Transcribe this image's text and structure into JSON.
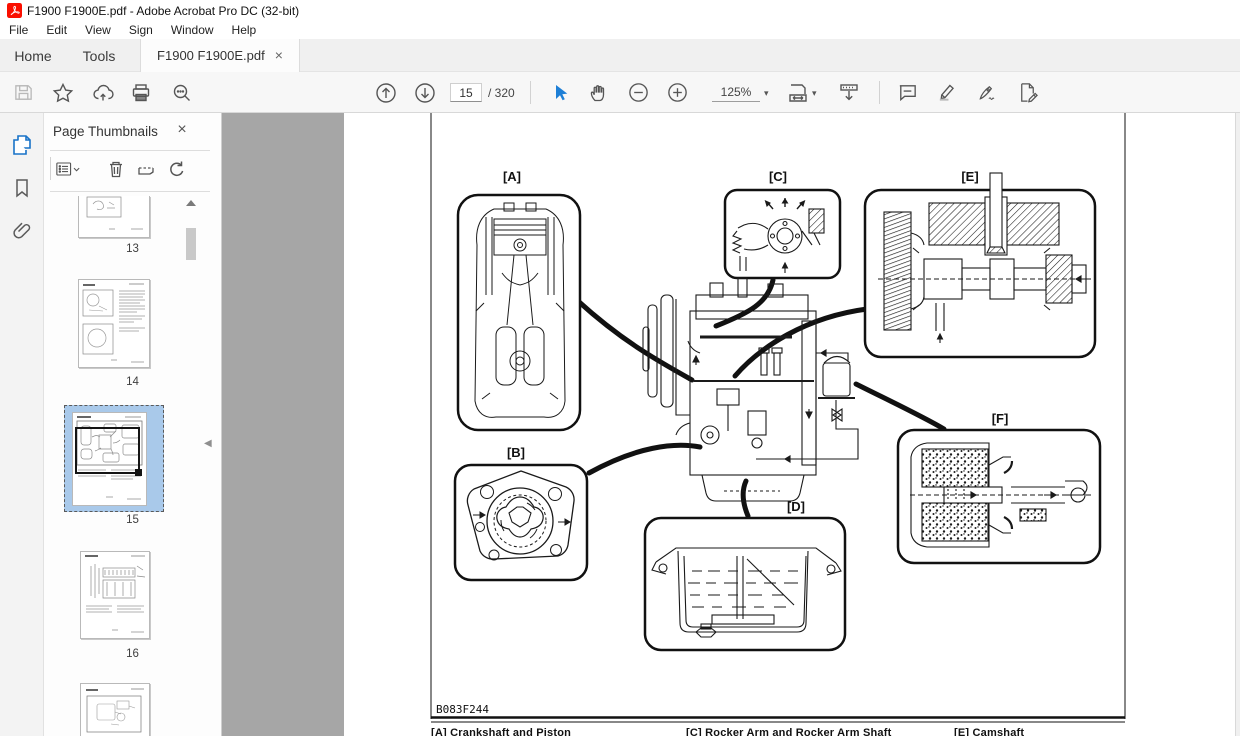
{
  "window": {
    "title": "F1900 F1900E.pdf - Adobe Acrobat Pro DC (32-bit)"
  },
  "menu": {
    "items": [
      "File",
      "Edit",
      "View",
      "Sign",
      "Window",
      "Help"
    ]
  },
  "tabs": {
    "home": "Home",
    "tools": "Tools",
    "document": "F1900 F1900E.pdf",
    "close_glyph": "×"
  },
  "toolbar": {
    "page_value": "15",
    "page_total": "/ 320",
    "zoom_value": "125%",
    "caret_glyph": "▾"
  },
  "sidebar": {
    "panel_title": "Page Thumbnails",
    "close_glyph": "×",
    "collapse_glyph": "◀",
    "thumb_labels": [
      "13",
      "14",
      "15",
      "16"
    ]
  },
  "document": {
    "figure_code": "B083F244",
    "callout_labels": {
      "a": "[A]",
      "b": "[B]",
      "c": "[C]",
      "d": "[D]",
      "e": "[E]",
      "f": "[F]"
    },
    "caption_fragments": [
      "[A]  Crankshaft and Piston",
      "[C]  Rocker Arm and Rocker Arm Shaft",
      "[E]  Camshaft"
    ]
  },
  "colors": {
    "accent_blue": "#1973c8",
    "selection_blue": "#a9c9ea",
    "doc_background": "#a6a6a6",
    "acrobat_red": "#fa0f00",
    "ink": "#1a1a1a"
  }
}
